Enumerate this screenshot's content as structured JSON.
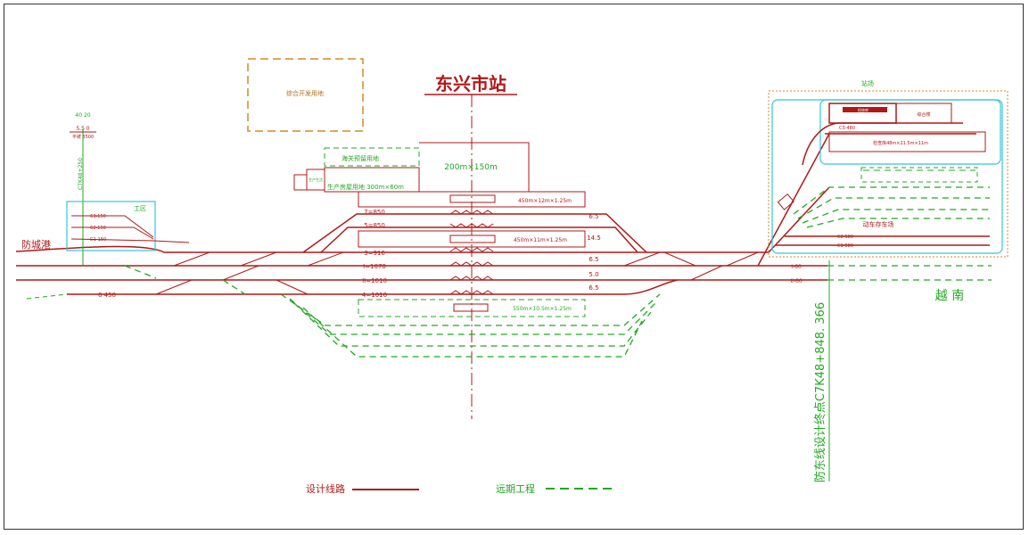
{
  "station": {
    "title": "东兴市站"
  },
  "areas": {
    "dev_land": "综合开发用地",
    "customs": "海关预留用地",
    "production": "生产房屋用地 300m×60m",
    "production_small": "生产生活",
    "square": "200m×150m",
    "workarea": "工区",
    "yard": "站场",
    "storage": "动车存车场"
  },
  "platforms": {
    "p1": "450m×12m×1.25m",
    "p2": "450m×11m×1.25m",
    "p3": "550m×10.5m×1.25m"
  },
  "tracks": {
    "t7": "7=850",
    "t5": "5=850",
    "t3": "3=916",
    "tI": "I=1070",
    "tII": "II=1010",
    "t4": "4=1010",
    "t6": "6 450"
  },
  "spacing": {
    "s1": "6.5",
    "s2": "14.5",
    "s3": "6.5",
    "s4": "5.0",
    "s5": "6.5"
  },
  "workarea_tracks": [
    "63-150",
    "62-150",
    "G1-150"
  ],
  "depot_tracks": [
    "C1-580",
    "C2-580"
  ],
  "depot_labels": {
    "shed": "检修库",
    "bldg": "综合楼",
    "a": "C3-480",
    "b": "检查库48m×21.5m×11m"
  },
  "right_tracks": [
    "I-60",
    "II-60"
  ],
  "left": {
    "city": "防城港",
    "chainage": "C7K48+250",
    "grade_top": "40 20",
    "grade_mid": "5.5  0",
    "grade_bot": "平坡  3500"
  },
  "end_point": "防东线设计终点C7K48+848. 366",
  "border": "越  南",
  "legend": {
    "design": "设计线路",
    "future": "远期工程"
  },
  "colors": {
    "design": "#b01818",
    "future": "#22a822",
    "cyan": "#35c4d8",
    "orange": "#d18a2a"
  }
}
